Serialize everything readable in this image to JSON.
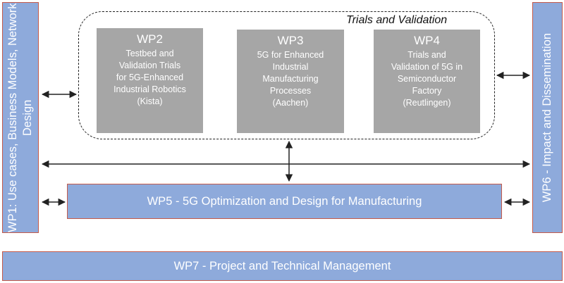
{
  "wp1": {
    "label": "WP1: Use cases, Business Models, Network Design"
  },
  "wp6": {
    "label": "WP6 - Impact and Dissemination"
  },
  "trials": {
    "label": "Trials and Validation"
  },
  "wp2": {
    "title": "WP2",
    "lines": [
      "Testbed and",
      "Validation Trials",
      "for 5G-Enhanced",
      "Industrial Robotics",
      "(Kista)"
    ]
  },
  "wp3": {
    "title": "WP3",
    "lines": [
      "5G for Enhanced",
      "Industrial",
      "Manufacturing",
      "Processes",
      "(Aachen)"
    ]
  },
  "wp4": {
    "title": "WP4",
    "lines": [
      "Trials and",
      "Validation of 5G in",
      "Semiconductor",
      "Factory",
      "(Reutlingen)"
    ]
  },
  "wp5": {
    "label": "WP5 - 5G Optimization and Design for Manufacturing"
  },
  "wp7": {
    "label": "WP7 - Project and Technical Management"
  },
  "colors": {
    "box_fill": "#8eaadb",
    "box_border": "#c55a4a",
    "wp_gray": "#a6a6a6",
    "arrow": "#222222"
  }
}
